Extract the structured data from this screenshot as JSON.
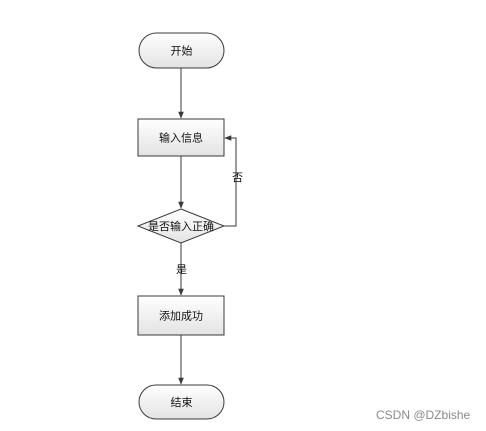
{
  "diagram": {
    "nodes": {
      "start": "开始",
      "input": "输入信息",
      "decision": "是否输入正确",
      "success": "添加成功",
      "end": "结束"
    },
    "edges": {
      "no_label": "否",
      "yes_label": "是"
    }
  },
  "watermark": "CSDN @DZbishe",
  "colors": {
    "node_fill_light": "#ffffff",
    "node_fill_dark": "#e3e3e3",
    "stroke": "#3a3a3a",
    "watermark": "#8a8a8a"
  }
}
